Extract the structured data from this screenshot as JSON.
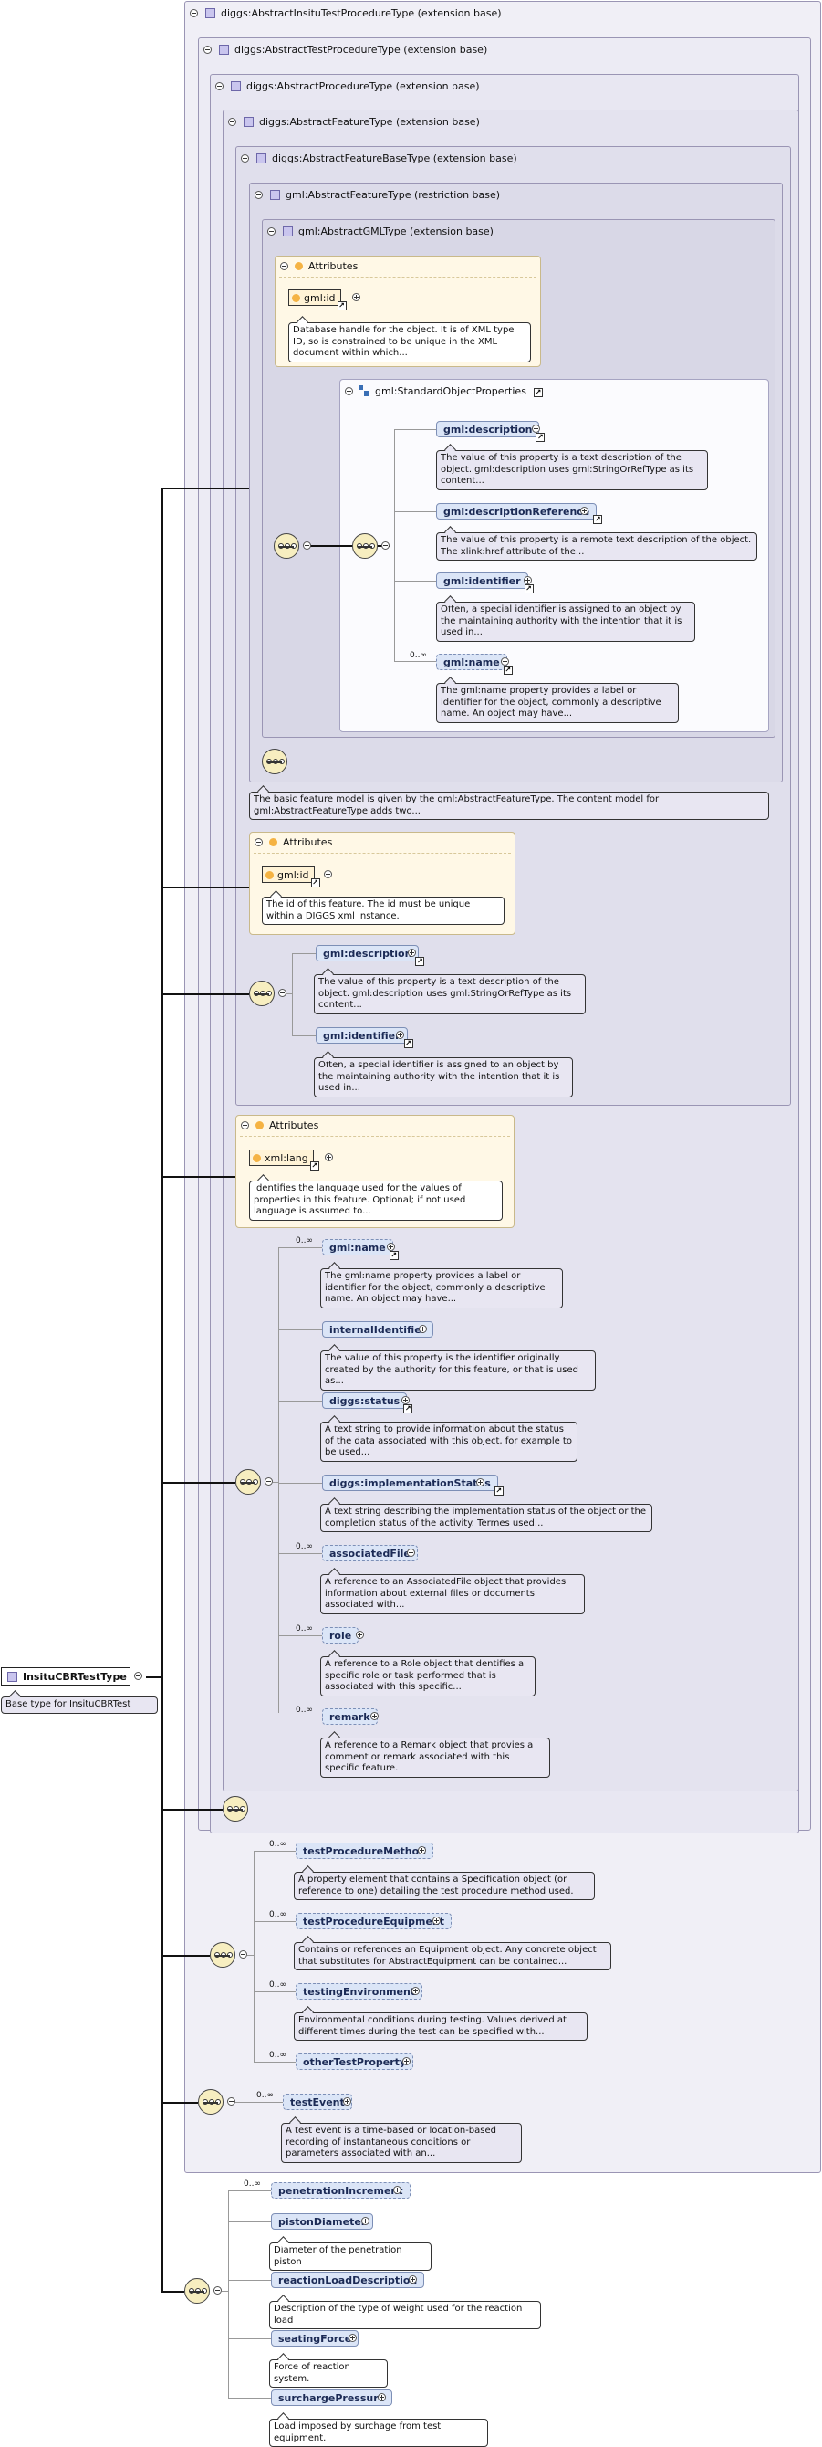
{
  "root": {
    "name": "InsituCBRTestType",
    "doc": "Base type for InsituCBRTest"
  },
  "boxes": {
    "b1": "diggs:AbstractInsituTestProcedureType (extension base)",
    "b2": "diggs:AbstractTestProcedureType (extension base)",
    "b3": "diggs:AbstractProcedureType (extension base)",
    "b4": "diggs:AbstractFeatureType (extension base)",
    "b5": "diggs:AbstractFeatureBaseType (extension base)",
    "b6": "gml:AbstractFeatureType (restriction base)",
    "b7": "gml:AbstractGMLType (extension base)"
  },
  "attributes_label": "Attributes",
  "gmlattr": {
    "name": "gml:id",
    "doc": "Database handle for the object. It is of XML type ID, so is constrained to be unique in the XML document within which..."
  },
  "std": {
    "title": "gml:StandardObjectProperties",
    "items": [
      {
        "name": "gml:description",
        "doc": "The value of this property is a text description of the object. gml:description uses gml:StringOrRefType as its content..."
      },
      {
        "name": "gml:descriptionReference",
        "doc": "The value of this property is a remote text description of the object. The xlink:href attribute of the..."
      },
      {
        "name": "gml:identifier",
        "doc": "Often, a special identifier is assigned to an object by the maintaining authority with the intention that it is used in..."
      },
      {
        "name": "gml:name",
        "card": "0..∞",
        "doc": "The gml:name property provides a label or identifier for the object, commonly a descriptive name. An object may have..."
      }
    ]
  },
  "featdoc": "The basic feature model is given by the gml:AbstractFeatureType. The content model for gml:AbstractFeatureType adds two...",
  "fbattr": {
    "name": "gml:id",
    "doc": "The id of this feature. The id must be unique within a DIGGS xml instance."
  },
  "fbseq": [
    {
      "name": "gml:description",
      "doc": "The value of this property is a text description of the object. gml:description uses gml:StringOrRefType as its content..."
    },
    {
      "name": "gml:identifier",
      "doc": "Often, a special identifier is assigned to an object by the maintaining authority with the intention that it is used in..."
    }
  ],
  "xmlattr": {
    "name": "xml:lang",
    "doc": "Identifies the language used for the values of properties in this feature. Optional; if not used language is assumed to..."
  },
  "featseq": [
    {
      "name": "gml:name",
      "card": "0..∞",
      "doc": "The gml:name property provides a label or identifier for the object, commonly a descriptive name. An object may have..."
    },
    {
      "name": "internalIdentifier",
      "card": "",
      "doc": "The value of this property is the identifier originally created by the authority for this feature, or that is used as..."
    },
    {
      "name": "diggs:status",
      "card": "",
      "doc": "A text string to provide information about the status of the data associated with this object, for example to be used..."
    },
    {
      "name": "diggs:implementationStatus",
      "card": "",
      "doc": "A text string describing the implementation status of the object or the completion status of the activity. Termes used..."
    },
    {
      "name": "associatedFile",
      "card": "0..∞",
      "doc": "A reference to an AssociatedFile object that provides information about external files or documents associated with..."
    },
    {
      "name": "role",
      "card": "0..∞",
      "doc": "A reference to a Role object that dentifies a specific role or task performed that is associated with this specific..."
    },
    {
      "name": "remark",
      "card": "0..∞",
      "doc": "A reference to a Remark object that provies a comment or remark associated with this specific feature."
    }
  ],
  "tpseq": [
    {
      "name": "testProcedureMethod",
      "card": "0..∞",
      "doc": "A property element that contains a Specification object (or reference to one) detailing the test procedure method used."
    },
    {
      "name": "testProcedureEquipment",
      "card": "0..∞",
      "doc": "Contains or references an Equipment object. Any concrete object that substitutes for AbstractEquipment can be contained..."
    },
    {
      "name": "testingEnvironment",
      "card": "0..∞",
      "doc": "Environmental conditions during testing. Values derived at different times during the test can be specified with..."
    },
    {
      "name": "otherTestProperty",
      "card": "0..∞",
      "doc": ""
    }
  ],
  "testEvent": {
    "name": "testEvent",
    "card": "0..∞",
    "doc": "A test event is a time-based or location-based recording of instantaneous conditions or parameters associated with an..."
  },
  "cbrseq": [
    {
      "name": "penetrationIncrement",
      "card": "0..∞",
      "doc": ""
    },
    {
      "name": "pistonDiameter",
      "card": "",
      "doc": "Diameter of the penetration piston"
    },
    {
      "name": "reactionLoadDescription",
      "card": "",
      "doc": "Description of the type of weight used for the reaction load"
    },
    {
      "name": "seatingForce",
      "card": "",
      "doc": "Force of reaction system."
    },
    {
      "name": "surchargePressure",
      "card": "",
      "doc": "Load imposed by surchage from test equipment."
    }
  ]
}
